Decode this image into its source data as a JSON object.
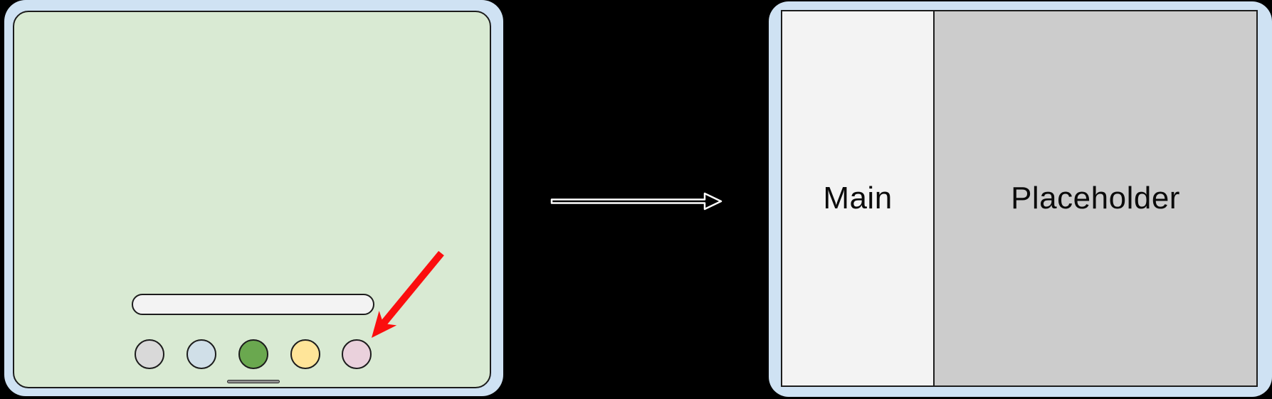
{
  "diagram": {
    "background_color": "#000000",
    "transition_arrow_icon": "right-arrow",
    "transition_arrow_fill": "#000000",
    "transition_arrow_stroke": "#ffffff"
  },
  "before_device": {
    "frame_color": "#cfe2f3",
    "screen_color": "#d9ead3",
    "search_bar": {
      "value": "",
      "color": "#f3f3f3"
    },
    "dock_apps": [
      {
        "name": "app-gray",
        "color": "#d9d9d9"
      },
      {
        "name": "app-blue",
        "color": "#d0dfe8"
      },
      {
        "name": "app-green",
        "color": "#6aa84f"
      },
      {
        "name": "app-yellow",
        "color": "#ffe599"
      },
      {
        "name": "app-pink",
        "color": "#ead1dc"
      }
    ],
    "home_indicator_color": "#8f8f8f",
    "pointer": {
      "icon": "red-arrow",
      "color": "#fb0e0e",
      "target": "app-pink"
    }
  },
  "after_device": {
    "frame_color": "#cfe2f3",
    "panes": [
      {
        "label": "Main",
        "color": "#f3f3f3"
      },
      {
        "label": "Placeholder",
        "color": "#cccccc"
      }
    ]
  }
}
